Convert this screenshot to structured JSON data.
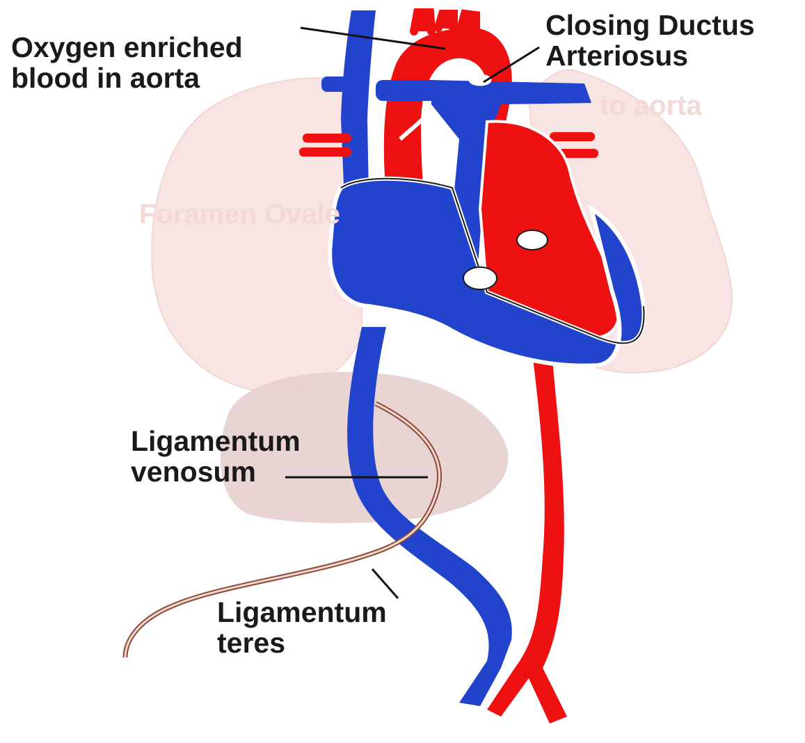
{
  "labels": {
    "aorta": {
      "line1": "Oxygen enriched",
      "line2": "blood in aorta"
    },
    "ductus": {
      "line1": "Closing Ductus",
      "line2": "Arteriosus"
    },
    "venosum": {
      "line1": "Ligamentum",
      "line2": "venosum"
    },
    "teres": {
      "line1": "Ligamentum",
      "line2": "teres"
    }
  },
  "faded_text": {
    "oval": "Foramen Ovale",
    "to": "to aorta"
  },
  "colors": {
    "oxygenated": "#ee1111",
    "deoxygenated": "#2244cc",
    "lung": "#f8e4e2",
    "liver": "#e7cfcf",
    "ligament": "#8a4a3a"
  }
}
